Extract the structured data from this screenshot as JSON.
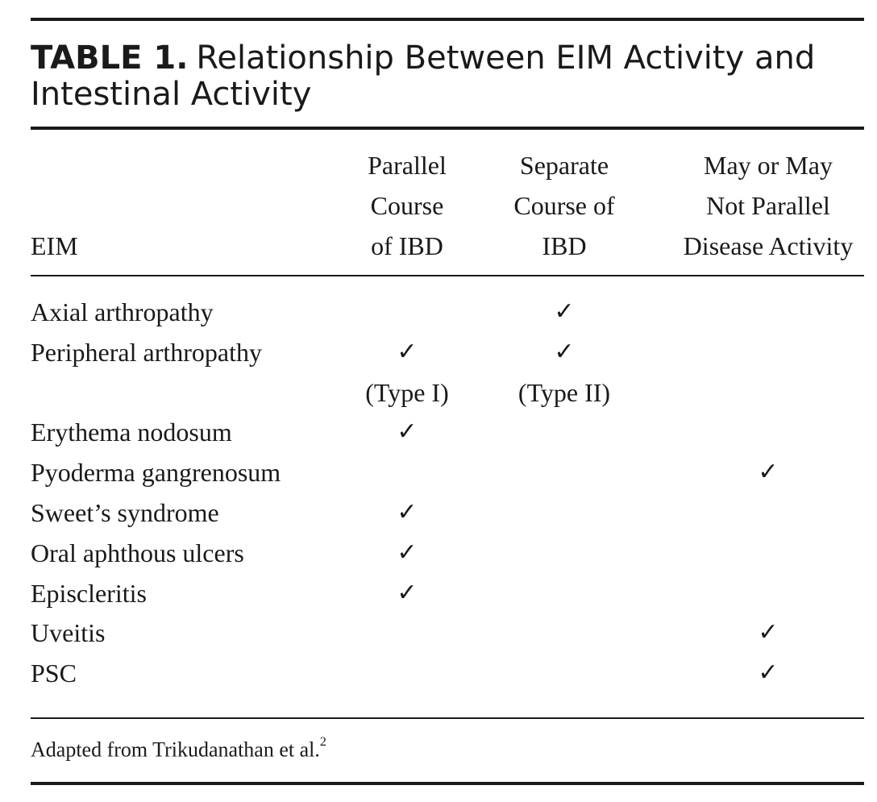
{
  "table": {
    "label": "TABLE 1.",
    "title_line1": "Relationship Between EIM Activity and",
    "title_line2": "Intestinal Activity",
    "headers": {
      "eim": "EIM",
      "parallel": [
        "Parallel",
        "Course",
        "of IBD"
      ],
      "separate": [
        "Separate",
        "Course of",
        "IBD"
      ],
      "may": [
        "May or May",
        "Not Parallel",
        "Disease Activity"
      ]
    },
    "check_symbol": "✓",
    "rows": [
      {
        "name": "Axial arthropathy",
        "parallel": "",
        "separate": "✓",
        "may": ""
      },
      {
        "name": "Peripheral arthropathy",
        "parallel": "✓",
        "separate": "✓",
        "may": ""
      },
      {
        "name": "",
        "parallel": "(Type I)",
        "separate": "(Type II)",
        "may": ""
      },
      {
        "name": "Erythema nodosum",
        "parallel": "✓",
        "separate": "",
        "may": ""
      },
      {
        "name": "Pyoderma gangrenosum",
        "parallel": "",
        "separate": "",
        "may": "✓"
      },
      {
        "name": "Sweet’s syndrome",
        "parallel": "✓",
        "separate": "",
        "may": ""
      },
      {
        "name": "Oral aphthous ulcers",
        "parallel": "✓",
        "separate": "",
        "may": ""
      },
      {
        "name": "Episcleritis",
        "parallel": "✓",
        "separate": "",
        "may": ""
      },
      {
        "name": "Uveitis",
        "parallel": "",
        "separate": "",
        "may": "✓"
      },
      {
        "name": "PSC",
        "parallel": "",
        "separate": "",
        "may": "✓"
      }
    ],
    "footnote": "Adapted from Trikudanathan et al.",
    "footnote_ref": "2"
  }
}
